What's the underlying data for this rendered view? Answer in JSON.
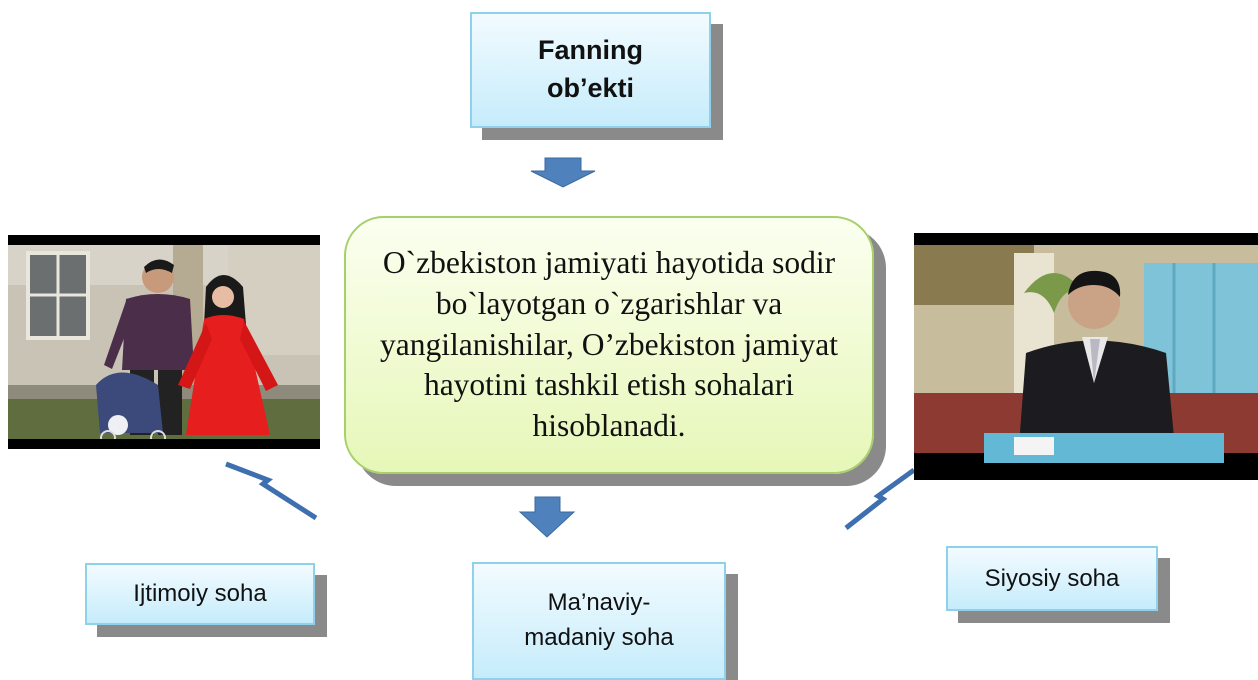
{
  "top_box": {
    "line1": "Fanning",
    "line2": "ob’ekti"
  },
  "center_text": "O`zbekiston jamiyati hayotida sodir bo`layotgan o`zgarishlar va yangilanishilar, O’zbekiston jamiyat hayotini tashkil etish sohalari hisoblanadi.",
  "bottom_boxes": {
    "left": "Ijtimoiy soha",
    "middle_line1": "Ma’naviy-",
    "middle_line2": "madaniy soha",
    "right": "Siyosiy soha"
  },
  "colors": {
    "box_border": "#8fd0ea",
    "center_border": "#a7cf6a",
    "arrow": "#4f81bd",
    "shadow": "#8a8a8a"
  }
}
